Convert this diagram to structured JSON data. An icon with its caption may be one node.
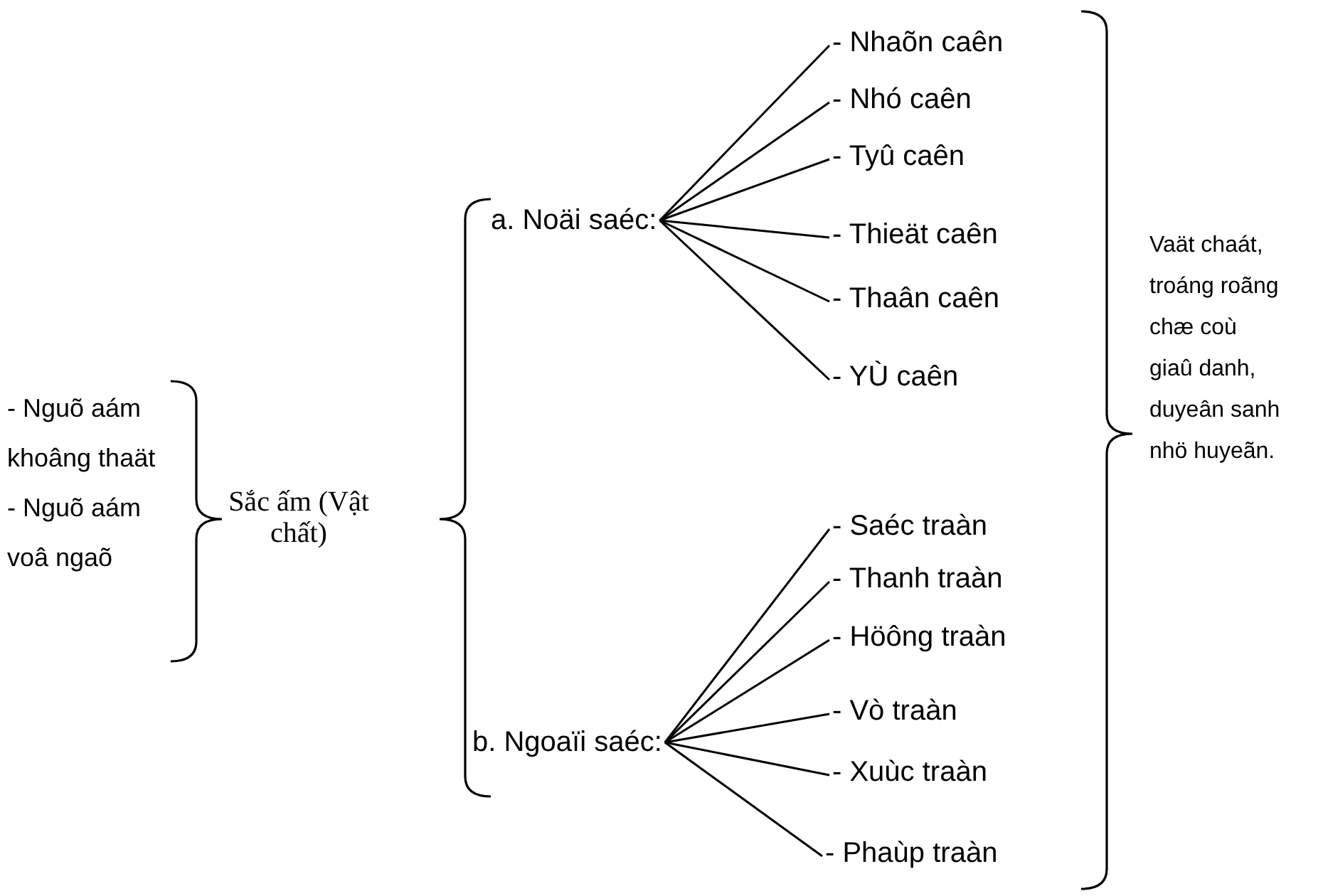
{
  "diagram": {
    "nodes": [
      {
        "text": [
          "a. Noäi saéc:"
        ]
      },
      {
        "text": [
          "- Nhaõn caên"
        ]
      },
      {
        "text": [
          "- Nhó caên"
        ]
      },
      {
        "text": [
          "- Tyû caên"
        ]
      },
      {
        "text": [
          "- Thieät caên"
        ]
      },
      {
        "text": [
          "- Thaân caên"
        ]
      },
      {
        "text": [
          "- YÙ caên"
        ]
      },
      {
        "text": [
          "b. Ngoaïi saéc:"
        ]
      },
      {
        "text": [
          "- Saéc traàn"
        ]
      },
      {
        "text": [
          "- Thanh traàn"
        ]
      },
      {
        "text": [
          "- Höông traàn"
        ]
      },
      {
        "text": [
          "- Vò traàn"
        ]
      },
      {
        "text": [
          "- Xuùc traàn"
        ]
      },
      {
        "text": [
          "- Phaùp traàn"
        ]
      }
    ],
    "edges": [
      {
        "from": 0,
        "to": 1,
        "arrow": "none"
      },
      {
        "from": 0,
        "to": 2,
        "arrow": "none"
      },
      {
        "from": 0,
        "to": 3,
        "arrow": "none"
      },
      {
        "from": 0,
        "to": 4,
        "arrow": "none"
      },
      {
        "from": 0,
        "to": 5,
        "arrow": "none"
      },
      {
        "from": 0,
        "to": 6,
        "arrow": "none"
      },
      {
        "from": 7,
        "to": 8,
        "arrow": "none"
      },
      {
        "from": 7,
        "to": 9,
        "arrow": "none"
      },
      {
        "from": 7,
        "to": 10,
        "arrow": "none"
      },
      {
        "from": 7,
        "to": 11,
        "arrow": "none"
      },
      {
        "from": 7,
        "to": 12,
        "arrow": "none"
      },
      {
        "from": 7,
        "to": 13,
        "arrow": "none"
      }
    ],
    "labels": [
      "- Nguõ aám khoâng thaät",
      "- Nguõ aám voâ ngaõ",
      "Sắc ấm (Vật chất)",
      "Vaät chaát, troáng roãng chæ coù giaû danh, duyeân sanh nhö huyeãn."
    ]
  }
}
